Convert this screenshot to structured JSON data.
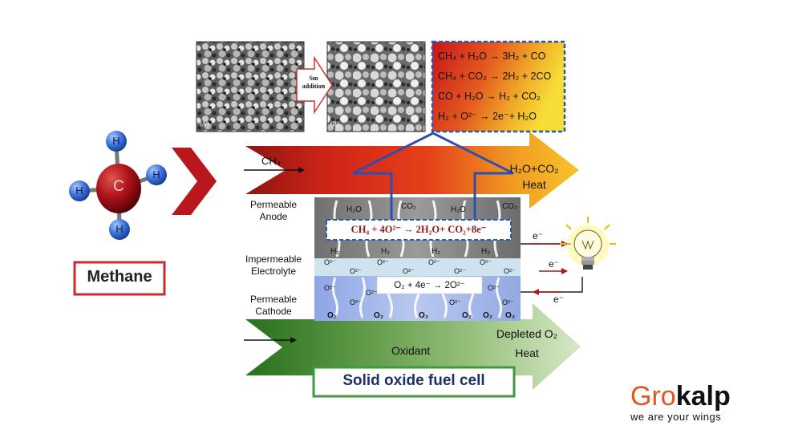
{
  "methane": {
    "center_atom": "C",
    "hydrogen_atom": "H",
    "caption": "Methane"
  },
  "sem": {
    "image_a_tag": "(A)",
    "image_b_tag": "(B)",
    "arrow_label_line1": "Sm",
    "arrow_label_line2": "addition"
  },
  "reactions_box": {
    "equations": [
      {
        "lhs": "CH₄ + H₂O",
        "rhs": "3H₂ + CO"
      },
      {
        "lhs": "CH₄ + CO₂",
        "rhs": "2H₂ + 2CO"
      },
      {
        "lhs": "CO + H₂O",
        "rhs": "H₂ + CO₂"
      },
      {
        "lhs": "H₂ + O²⁻",
        "rhs": "2e⁻+ H₂O"
      }
    ]
  },
  "fuel_stream": {
    "inlet_label": "CH₄",
    "outlet_line1": "H₂O+CO₂",
    "outlet_line2": "Heat"
  },
  "layers": {
    "anode_line1": "Permeable",
    "anode_line2": "Anode",
    "electrolyte_line1": "Impermeable",
    "electrolyte_line2": "Electrolyte",
    "cathode_line1": "Permeable",
    "cathode_line2": "Cathode"
  },
  "anode_reaction": "CH₄ + 4O²⁻  → 2H₂O+ CO₂+8e⁻",
  "cathode_reaction": "O₂ + 4e⁻ → 2O²⁻",
  "anode_species": [
    "H₂O",
    "CO₂",
    "H₂O",
    "CO₂"
  ],
  "hydrogen_species": [
    "H₂",
    "H₂",
    "H₂",
    "H₂"
  ],
  "electrolyte_ions": [
    "O²⁻",
    "O²⁻",
    "O²⁻",
    "O²⁻",
    "O²⁻",
    "O²⁻",
    "O²⁻",
    "O²⁻",
    "O²⁻",
    "O²⁻",
    "O²⁻",
    "O²⁻",
    "O²⁻",
    "O²⁻"
  ],
  "cathode_species": [
    "O₂",
    "O₂",
    "O₂",
    "O₂",
    "O₂",
    "O₂"
  ],
  "electrons": [
    "e⁻",
    "e⁻",
    "e⁻"
  ],
  "oxidant_stream": {
    "inlet_label": "Oxidant",
    "outlet_line1": "Depleted O₂",
    "outlet_line2": "Heat"
  },
  "title": "Solid oxide fuel cell",
  "brand": {
    "logo_part1": "Gro",
    "logo_part2": "kalp",
    "tagline": "we are your wings"
  },
  "colors": {
    "methane_box": "#cc2b2b",
    "title_box": "#3e9a3e",
    "reaction_box_border": "#2a56b4",
    "logo_orange": "#e8541e"
  }
}
